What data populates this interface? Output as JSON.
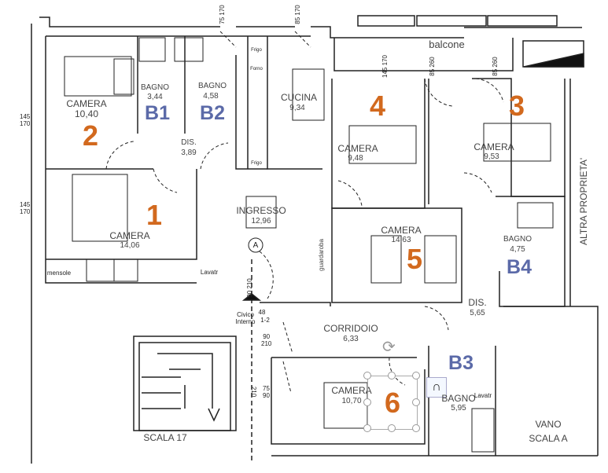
{
  "rooms": [
    {
      "name": "CAMERA",
      "area": "10,40",
      "number": "2"
    },
    {
      "name": "BAGNO",
      "area": "3,44",
      "code": "B1"
    },
    {
      "name": "BAGNO",
      "area": "4,58",
      "code": "B2"
    },
    {
      "name": "CUCINA",
      "area": "9,34"
    },
    {
      "name": "DIS.",
      "area": "3,89"
    },
    {
      "name": "CAMERA",
      "area": "14,06",
      "number": "1"
    },
    {
      "name": "INGRESSO",
      "area": "12,96"
    },
    {
      "name": "CAMERA",
      "area": "9,48",
      "number": "4"
    },
    {
      "name": "CAMERA",
      "area": "9,53",
      "number": "3"
    },
    {
      "name": "CAMERA",
      "area": "14,63",
      "number": "5"
    },
    {
      "name": "BAGNO",
      "area": "4,75",
      "code": "B4"
    },
    {
      "name": "DIS.",
      "area": "5,65"
    },
    {
      "name": "CORRIDOIO",
      "area": "6,33"
    },
    {
      "name": "CAMERA",
      "area": "10,70",
      "number": "6"
    },
    {
      "name": "BAGNO",
      "area": "5,95",
      "code": "B3"
    }
  ],
  "labels": {
    "balcone": "balcone",
    "altra": "ALTRA PROPRIETA'",
    "vano1": "VANO",
    "vano2": "SCALA A",
    "scala": "SCALA 17",
    "mensole": "mensole",
    "lavatr": "Lavatr",
    "guardaroba": "guardaroba",
    "civico": "Civico",
    "interno": "Interno",
    "civnum": "48",
    "intnum": "1-2",
    "frigo": "Frigo",
    "forno": "Forno",
    "entrance_marker": "A"
  },
  "dimensions": [
    {
      "w": "75",
      "h": "170"
    },
    {
      "w": "85",
      "h": "170"
    },
    {
      "w": "145",
      "h": "170"
    },
    {
      "w": "85",
      "h": "260"
    },
    {
      "w": "85",
      "h": "260"
    },
    {
      "w": "145",
      "h": "170"
    },
    {
      "w": "145",
      "h": "170"
    },
    {
      "w": "90",
      "h": "210"
    },
    {
      "w": "90",
      "h": "210"
    },
    {
      "w": "75",
      "h": "90"
    },
    {
      "w": "210",
      "h": ""
    }
  ],
  "colors": {
    "number": "#d2691e",
    "bathroom_code": "#5b6aa8",
    "wall": "#222222"
  }
}
